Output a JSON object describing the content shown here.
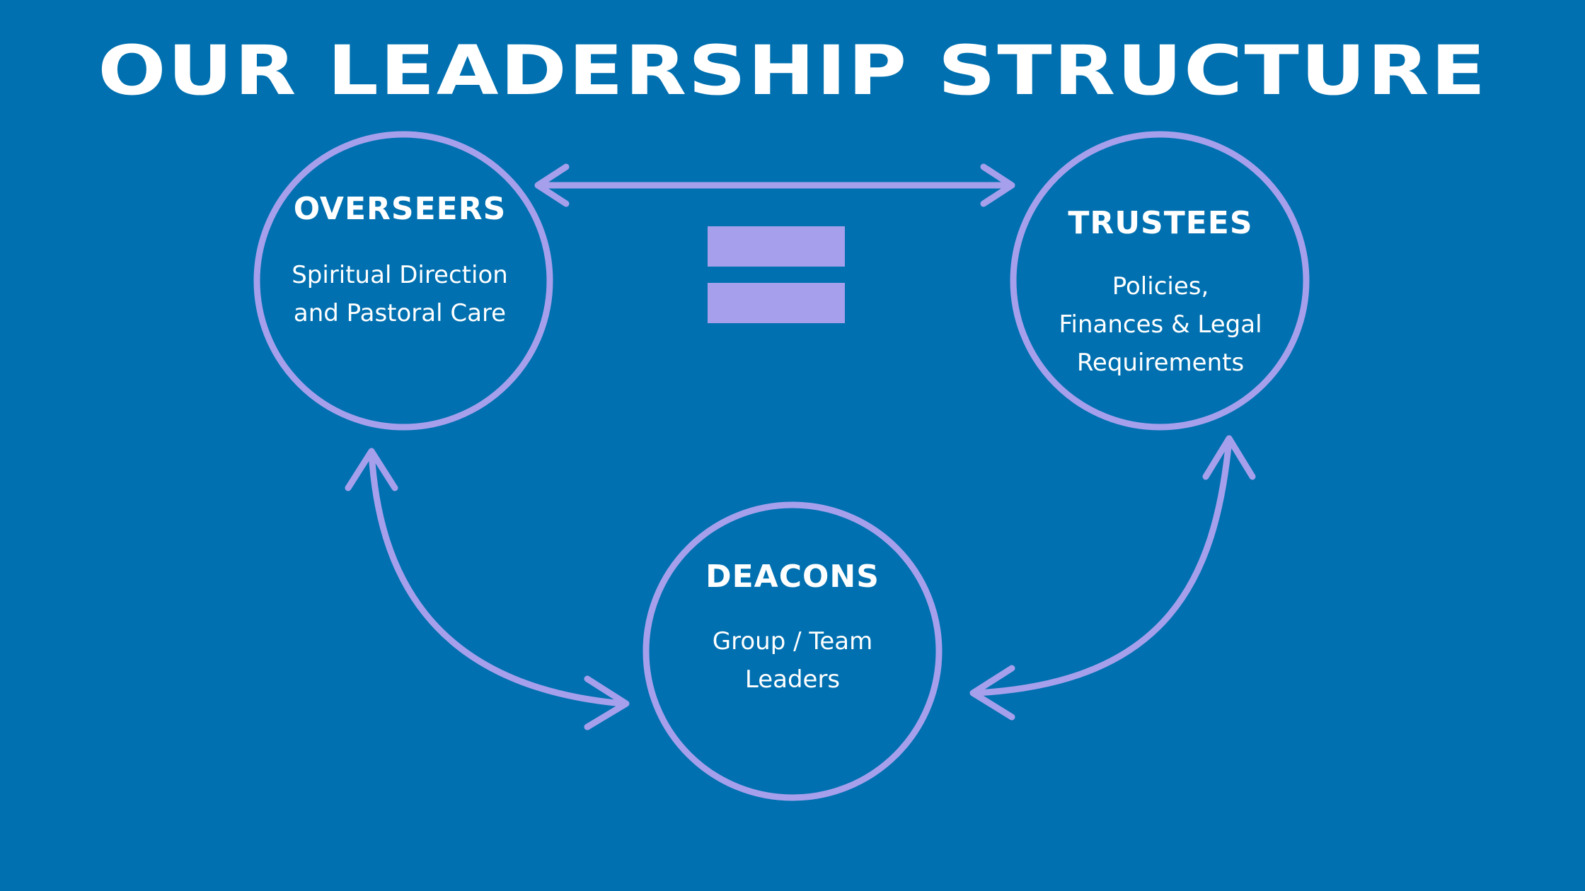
{
  "title": "OUR LEADERSHIP STRUCTURE",
  "colors": {
    "background": "#0070b0",
    "accent": "#a6a0ec",
    "text": "#ffffff"
  },
  "nodes": {
    "overseers": {
      "title": "OVERSEERS",
      "lines": [
        "Spiritual Direction",
        "and Pastoral Care"
      ]
    },
    "trustees": {
      "title": "TRUSTEES",
      "lines": [
        "Policies,",
        "Finances & Legal",
        "Requirements"
      ]
    },
    "deacons": {
      "title": "DEACONS",
      "lines": [
        "Group / Team",
        "Leaders"
      ]
    }
  },
  "equals_icon": "equals-sign-icon",
  "arrow_icons": [
    "double-arrow-icon"
  ]
}
